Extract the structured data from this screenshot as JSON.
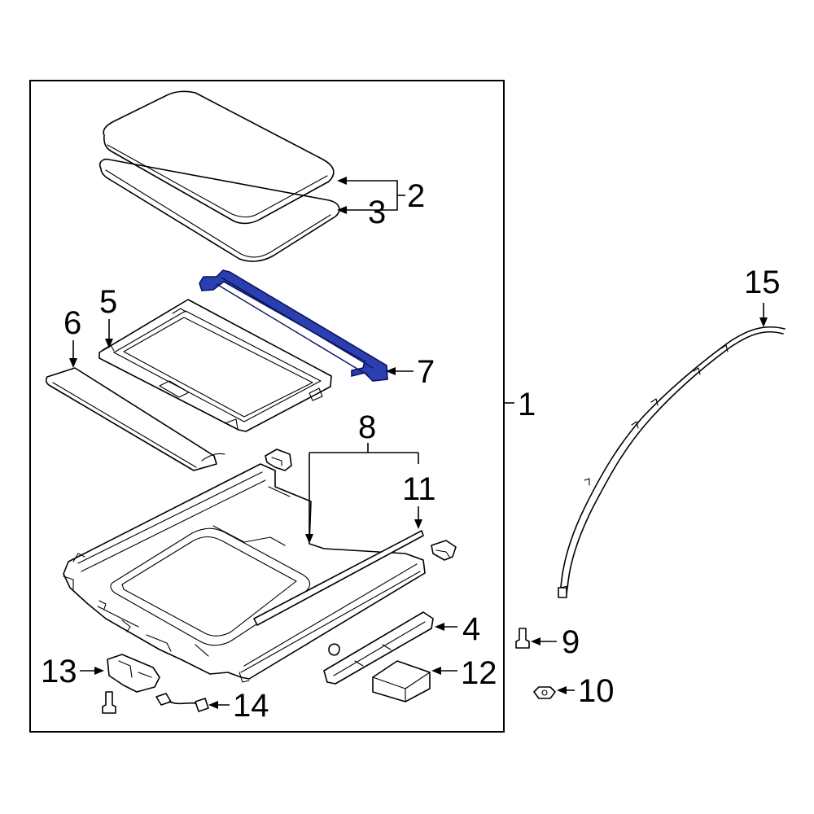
{
  "colors": {
    "highlight_fill": "#2a3fb0",
    "highlight_stroke": "#0b1460",
    "line": "#000000",
    "background": "#ffffff"
  },
  "callouts": {
    "c1": "1",
    "c2": "2",
    "c3": "3",
    "c4": "4",
    "c5": "5",
    "c6": "6",
    "c7": "7",
    "c8": "8",
    "c9": "9",
    "c10": "10",
    "c11": "11",
    "c12": "12",
    "c13": "13",
    "c14": "14",
    "c15": "15"
  },
  "highlighted_part": "7"
}
